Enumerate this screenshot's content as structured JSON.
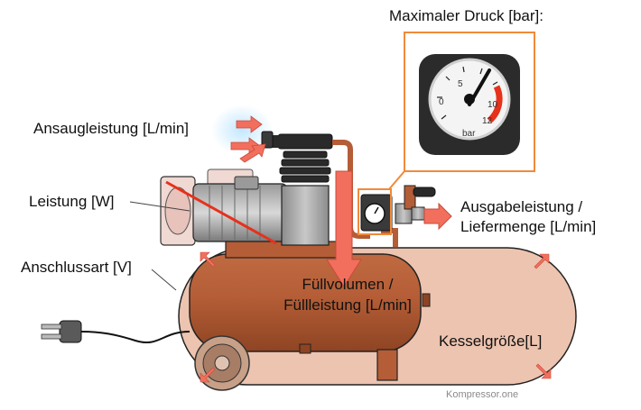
{
  "labels": {
    "max_pressure": "Maximaler Druck [bar]:",
    "intake": "Ansaugleistung [L/min]",
    "power": "Leistung [W]",
    "output_line1": "Ausgabeleistung /",
    "output_line2": "Liefermenge [L/min]",
    "connection": "Anschlussart [V]",
    "fill_line1": "Füllvolumen /",
    "fill_line2": "Füllleistung [L/min]",
    "tank": "Kesselgröße[L]"
  },
  "gauge": {
    "ticks": [
      "0",
      "5",
      "10",
      "12"
    ],
    "unit": "bar"
  },
  "watermark": "Kompressor.one",
  "colors": {
    "tank_fill": "#e8b49a",
    "tank_body": "#b65f38",
    "arrow": "#f36f5d",
    "highlight_box": "#f08a3a",
    "gauge_red": "#e6311b"
  }
}
